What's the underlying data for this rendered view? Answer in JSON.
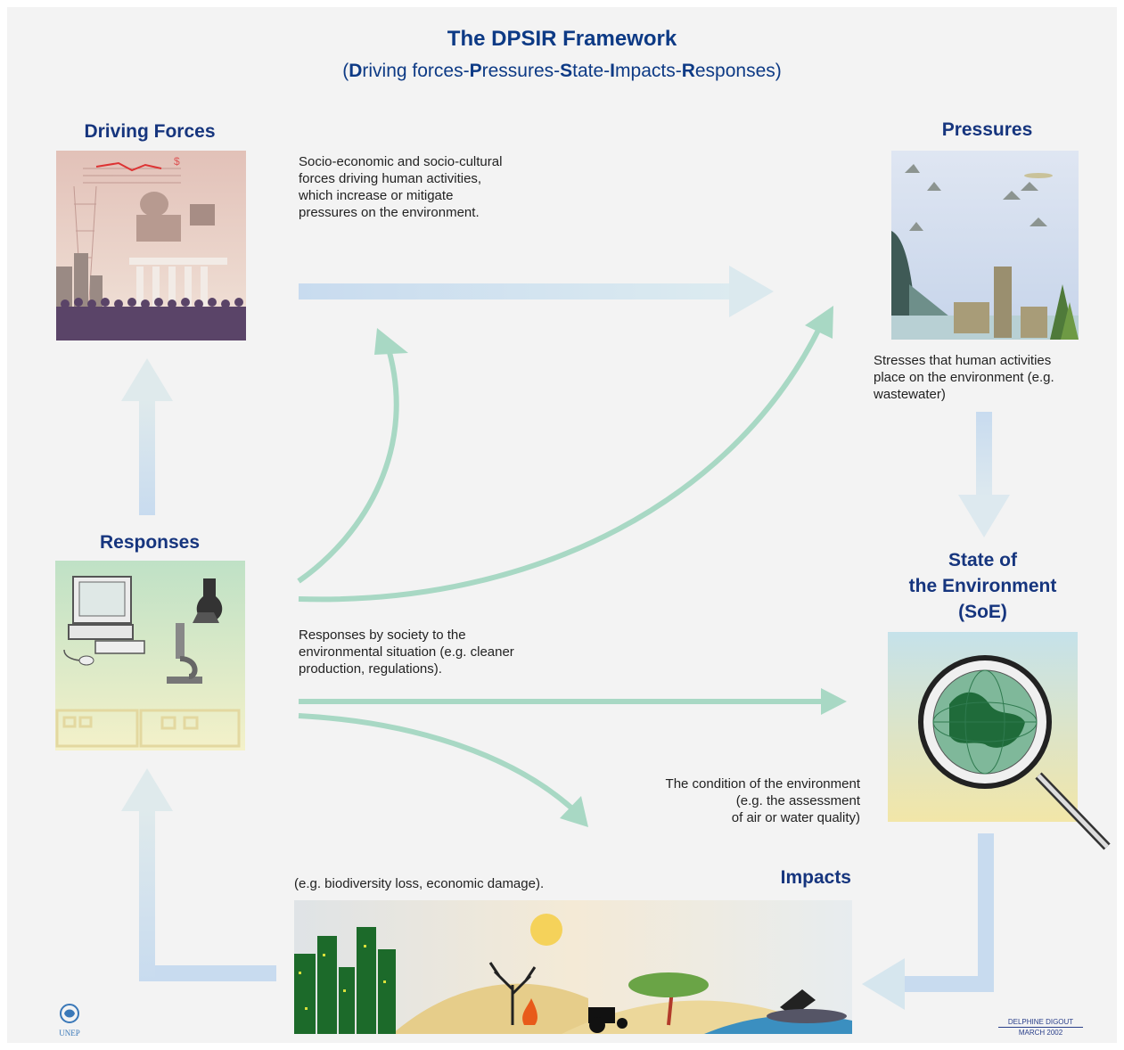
{
  "title": "The DPSIR Framework",
  "subtitle": {
    "open": "(",
    "d": "D",
    "d_rest": "riving forces-",
    "p": "P",
    "p_rest": "ressures-",
    "s": "S",
    "s_rest": "tate-",
    "i": "I",
    "i_rest": "mpacts-",
    "r": "R",
    "r_rest": "esponses",
    "close": ")"
  },
  "nodes": {
    "driving_forces": {
      "heading": "Driving Forces",
      "description": [
        "Socio-economic and socio-cultural",
        "forces driving human activities,",
        "which increase or mitigate",
        "pressures on the environment."
      ]
    },
    "pressures": {
      "heading": "Pressures",
      "description": [
        "Stresses that human activities",
        "place on the environment (e.g.",
        "wastewater)"
      ]
    },
    "state": {
      "heading": [
        "State of",
        "the Environment",
        "(SoE)"
      ],
      "description": [
        "The condition of the environment",
        "(e.g. the assessment",
        "of air or water quality)"
      ]
    },
    "impacts": {
      "heading": "Impacts",
      "description": [
        "(e.g. biodiversity loss, economic damage)."
      ]
    },
    "responses": {
      "heading": "Responses",
      "description": [
        "Responses by society to the",
        "environmental situation (e.g. cleaner",
        "production, regulations)."
      ]
    }
  },
  "logo": {
    "text": "UNEP"
  },
  "credit": {
    "author": "DELPHINE DIGOUT",
    "date": "MARCH 2002"
  },
  "colors": {
    "heading": "#16357e",
    "flow_arrow": "#c9dcee",
    "response_arrow": "#a8d8c4",
    "background": "#f3f3f3"
  }
}
